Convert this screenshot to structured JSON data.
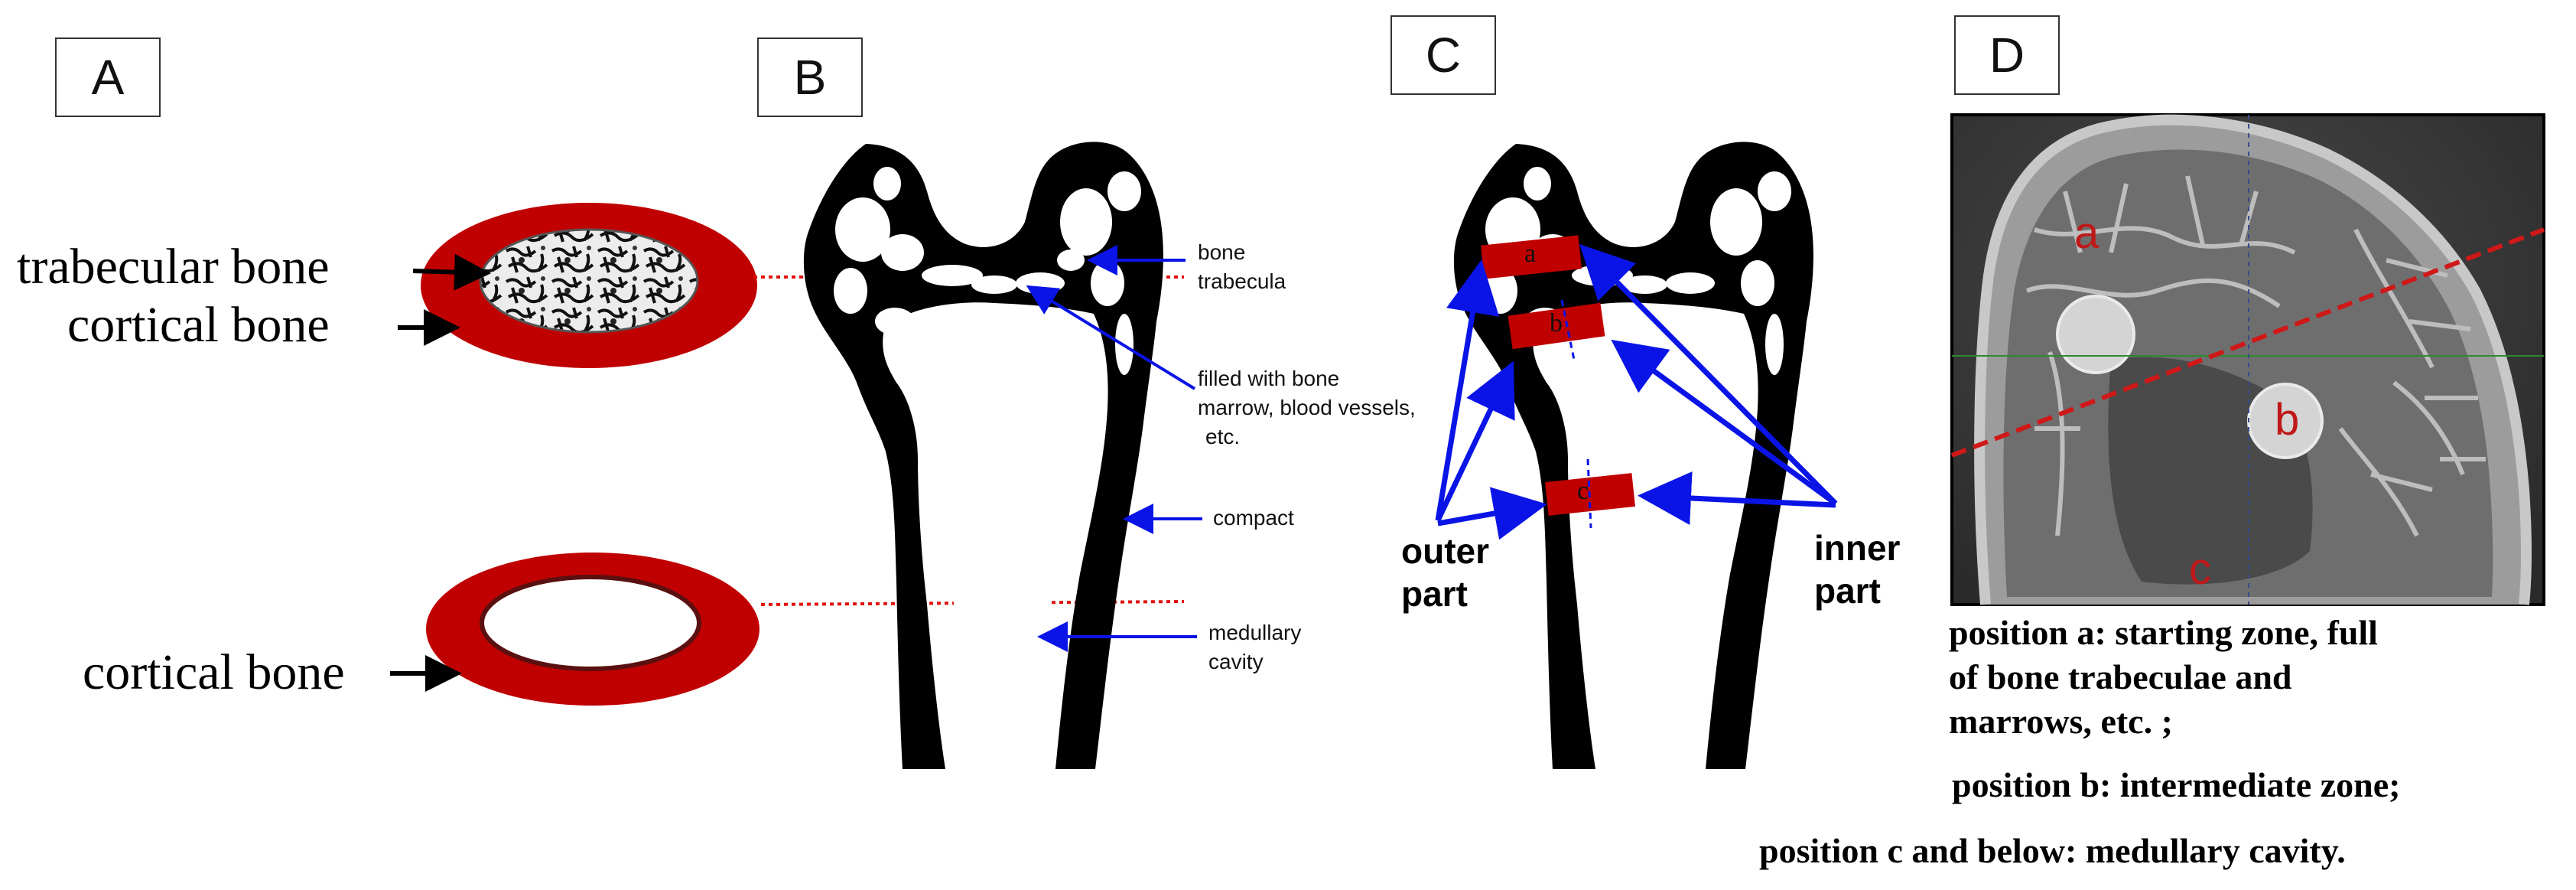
{
  "panels": {
    "a": {
      "label": "A",
      "trabecular_label": "trabecular bone",
      "cortical_label_top": "cortical bone",
      "cortical_label_bottom": "cortical bone"
    },
    "b": {
      "label": "B",
      "trabecula_label_line1": "bone",
      "trabecula_label_line2": "trabecula",
      "marrow_label_line1": "filled with bone",
      "marrow_label_line2": "marrow, blood vessels,",
      "marrow_label_line3": "etc.",
      "compact_label": "compact",
      "cavity_label_line1": "medullary",
      "cavity_label_line2": "cavity"
    },
    "c": {
      "label": "C",
      "box_a": "a",
      "box_b": "b",
      "box_c": "c",
      "outer_line1": "outer",
      "outer_line2": "part",
      "inner_line1": "inner",
      "inner_line2": "part"
    },
    "d": {
      "label": "D",
      "zone_a": "a",
      "zone_b": "b",
      "zone_c": "c",
      "caption_a_line1": "position a: starting zone, full",
      "caption_a_line2": "of bone trabeculae and",
      "caption_a_line3": "marrows, etc. ;",
      "caption_b": "position b: intermediate zone;",
      "caption_c": "position c and below:  medullary cavity."
    }
  },
  "colors": {
    "cortical_red": "#c00000",
    "arrow_blue": "#0a14e6",
    "dotted_red": "#e01010",
    "bone_black": "#000000"
  }
}
